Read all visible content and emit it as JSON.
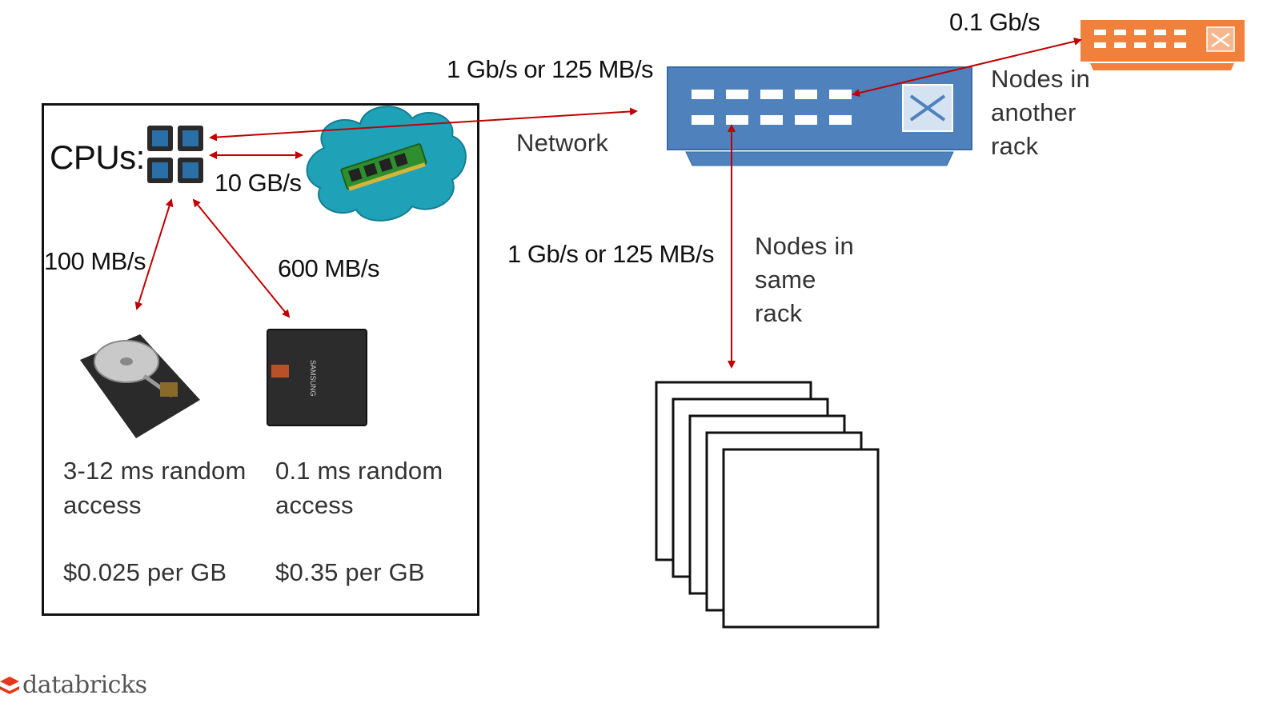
{
  "labels": {
    "cpus": "CPUs:",
    "mem_speed": "10 GB/s",
    "hdd_speed": "100 MB/s",
    "ssd_speed": "600 MB/s",
    "net_speed_top": "1 Gb/s or 125 MB/s",
    "network": "Network",
    "rack_speed": "0.1 Gb/s",
    "another_rack": [
      "Nodes in",
      "another",
      "rack"
    ],
    "same_rack_speed": "1 Gb/s or 125 MB/s",
    "same_rack": [
      "Nodes in",
      "same",
      "rack"
    ],
    "hdd_access": [
      "3-12 ms random",
      "access"
    ],
    "hdd_price": "$0.025 per GB",
    "ssd_access": [
      "0.1 ms random",
      "access"
    ],
    "ssd_price": "$0.35 per GB",
    "ssd_brand": "SAMSUNG",
    "brand": "databricks"
  },
  "colors": {
    "arrow": "#c00000",
    "switch_main": "#4f81bd",
    "switch_other": "#f0803c",
    "cloud": "#1fa2b8",
    "logo": "#e5381a"
  },
  "icons": [
    "cpu-chip-icon",
    "ram-module-icon",
    "cloud-icon",
    "network-switch-icon",
    "hard-drive-icon",
    "ssd-icon",
    "databricks-logo-icon"
  ]
}
